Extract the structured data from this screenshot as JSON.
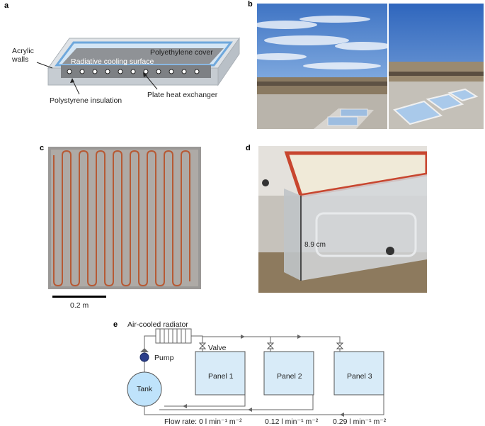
{
  "panels": {
    "a": "a",
    "b": "b",
    "c": "c",
    "d": "d",
    "e": "e"
  },
  "panel_a": {
    "acrylic_walls": "Acrylic\nwalls",
    "polyethylene_cover": "Polyethylene cover",
    "radiative_cooling_surface": "Radiative cooling surface",
    "polystyrene_insulation": "Polystyrene insulation",
    "plate_heat_exchanger": "Plate heat exchanger"
  },
  "panel_c": {
    "scale_bar": "0.2 m"
  },
  "panel_d": {
    "height_label": "8.9 cm"
  },
  "panel_e": {
    "radiator": "Air-cooled radiator",
    "pump": "Pump",
    "valve": "Valve",
    "tank": "Tank",
    "panel1": "Panel 1",
    "panel2": "Panel 2",
    "panel3": "Panel 3",
    "flow1": "Flow rate: 0 l min⁻¹ m⁻²",
    "flow2": "0.12 l min⁻¹ m⁻²",
    "flow3": "0.29 l min⁻¹ m⁻²"
  },
  "colors": {
    "acrylic": "#c9ced4",
    "cover_blue": "#8ebfe8",
    "surface_gray": "#8a8a8a",
    "panel_fill": "#d8ebf8",
    "tank_fill": "#bfe3fb",
    "pump_fill": "#2c3f8a",
    "tube_copper": "#b65a35",
    "gasket_red": "#c8462f"
  }
}
